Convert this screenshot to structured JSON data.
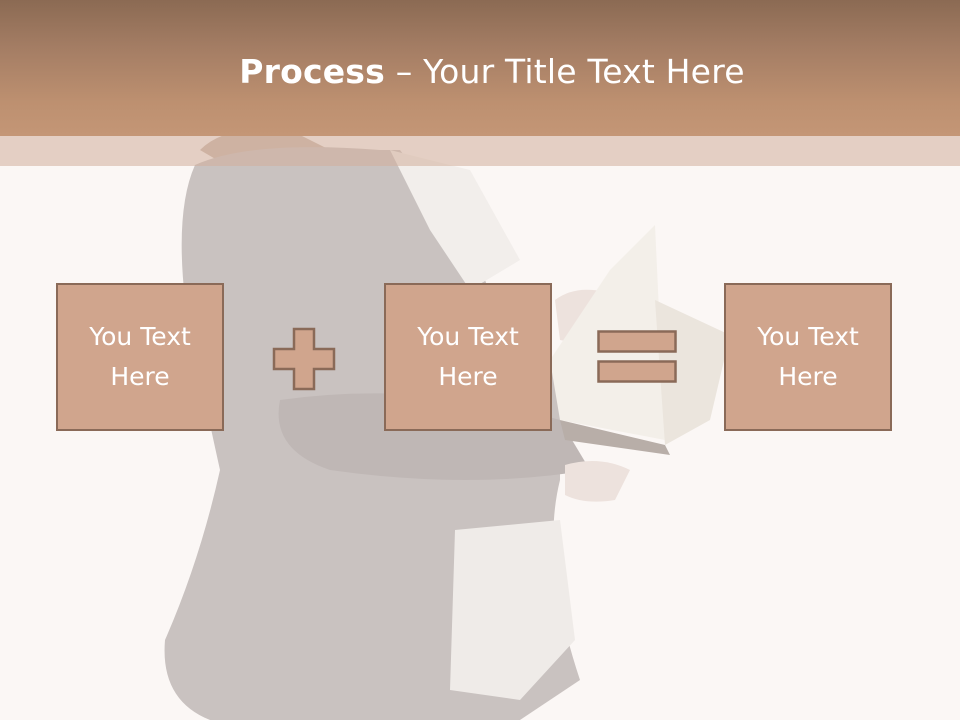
{
  "slide": {
    "title_bold": "Process",
    "title_dash": " – ",
    "title_rest": "Your Title Text Here"
  },
  "boxes": [
    {
      "text": "You Text Here"
    },
    {
      "text": "You Text Here"
    },
    {
      "text": "You Text Here"
    }
  ],
  "operators": [
    "plus-icon",
    "equals-icon"
  ],
  "colors": {
    "header": "#b58a6c",
    "box_fill": "#d0a58d",
    "box_border": "#8a6a58",
    "background": "#fbf7f5"
  }
}
